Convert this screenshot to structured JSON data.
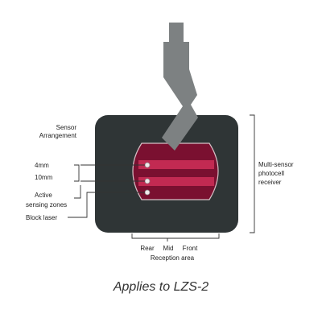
{
  "labels": {
    "sensor_arrangement": [
      "Sensor",
      "Arrangement"
    ],
    "dim_4mm": "4mm",
    "dim_10mm": "10mm",
    "active_zones": [
      "Active",
      "sensing zones"
    ],
    "block_laser": "Block laser",
    "receiver": [
      "Multi-sensor",
      "photocell",
      "receiver"
    ],
    "rear": "Rear",
    "mid": "Mid",
    "front": "Front",
    "reception_area": "Reception area"
  },
  "caption": "Applies to LZS-2",
  "colors": {
    "housing": "#2f3536",
    "arm": "#7d8182",
    "window": "#7a1030",
    "zone": "#c22a52",
    "line": "#333333"
  }
}
